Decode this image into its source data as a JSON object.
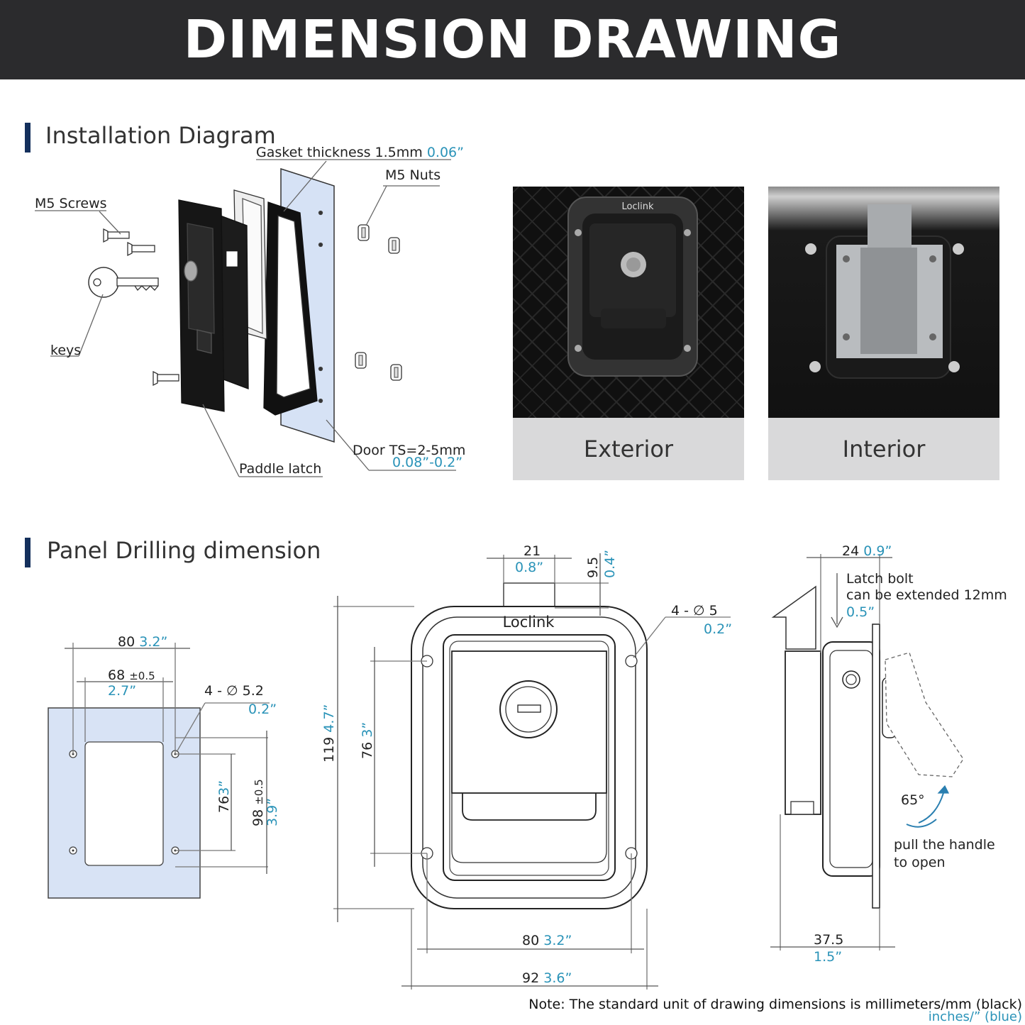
{
  "banner": {
    "title": "DIMENSION DRAWING"
  },
  "sections": {
    "installation": "Installation Diagram",
    "drilling": "Panel Drilling dimension"
  },
  "install_labels": {
    "gasket_mm": "Gasket thickness 1.5mm",
    "gasket_in": "0.06”",
    "m5_nuts": "M5 Nuts",
    "m5_screws": "M5 Screws",
    "keys": "keys",
    "door_mm": "Door TS=2-5mm",
    "door_in": "0.08”-0.2”",
    "paddle_latch": "Paddle latch"
  },
  "photos": {
    "exterior": "Exterior",
    "interior": "Interior",
    "brand": "Loclink"
  },
  "panel_dims": {
    "w80": "80",
    "w80_in": "3.2”",
    "w68": "68",
    "tol": "±0.5",
    "w68_in": "2.7”",
    "hole_label": "4 - ∅ 5.2",
    "hole_in": "0.2”",
    "h76": "76",
    "h76_in": "3”",
    "h98": "98",
    "h98_in": "3.9”"
  },
  "front_dims": {
    "w21": "21",
    "w21_in": "0.8”",
    "h9_5": "9.5",
    "h9_5_in": "0.4”",
    "hole_label": "4 - ∅ 5",
    "hole_in": "0.2”",
    "h119": "119",
    "h119_in": "4.7”",
    "h76": "76",
    "h76_in": "3”",
    "w80": "80",
    "w80_in": "3.2”",
    "w92": "92",
    "w92_in": "3.6”",
    "brand": "Loclink"
  },
  "side_dims": {
    "w24": "24",
    "w24_in": "0.9”",
    "latch_note1": "Latch bolt",
    "latch_note2": "can be extended 12mm",
    "latch_in": "0.5”",
    "angle": "65°",
    "pull1": "pull the handle",
    "pull2": "to open",
    "w37_5": "37.5",
    "w37_5_in": "1.5”"
  },
  "note": {
    "line1": "Note: The standard unit of drawing dimensions is millimeters/mm (black)",
    "line2": "inches/” (blue)"
  },
  "colors": {
    "blue": "#2a93b8",
    "banner": "#2b2b2d",
    "section_bar": "#14305c",
    "panel": "#d8e3f5"
  }
}
